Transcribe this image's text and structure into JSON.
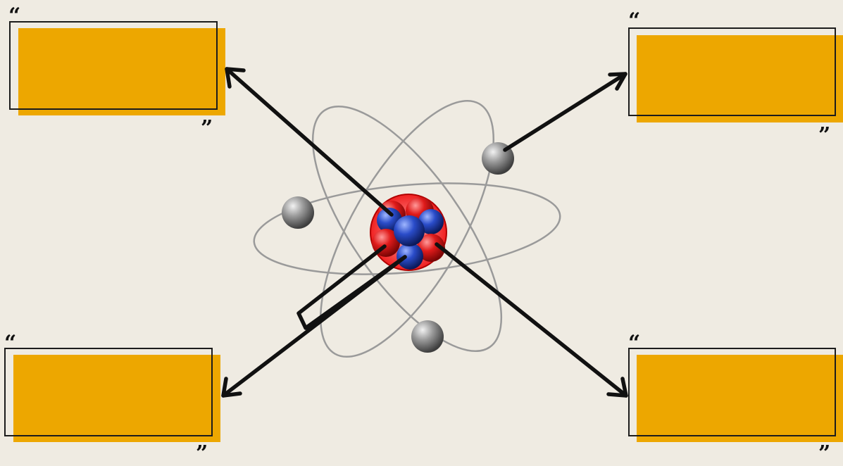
{
  "colors": {
    "background": "#efebe2",
    "label_fill": "#eda700",
    "frame": "#1c1c1c",
    "arrow": "#111111",
    "orbit": "#9a9a9a",
    "proton": "#e01b1b",
    "neutron": "#2a4cc9",
    "electron": "#8a8a8a"
  },
  "labels": {
    "top_left": {
      "text": "",
      "quote_open": "“",
      "quote_close": "”"
    },
    "top_right": {
      "text": "",
      "quote_open": "“",
      "quote_close": "”"
    },
    "bottom_left": {
      "text": "",
      "quote_open": "“",
      "quote_close": "”"
    },
    "bottom_right": {
      "text": "",
      "quote_open": "“",
      "quote_close": "”"
    }
  },
  "diagram": {
    "subject": "atom",
    "parts": [
      "nucleus",
      "electron",
      "orbit",
      "proton",
      "neutron"
    ]
  }
}
